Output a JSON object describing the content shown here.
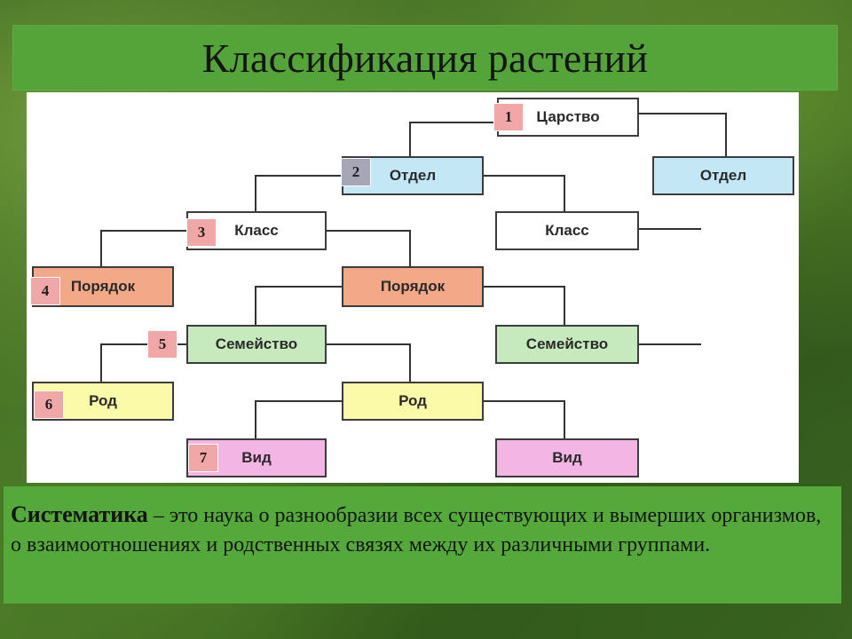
{
  "title": "Классификация растений",
  "nodes": {
    "kingdom": "Царство",
    "division_left": "Отдел",
    "division_right": "Отдел",
    "class_left": "Класс",
    "class_right": "Класс",
    "order_left": "Порядок",
    "order_right": "Порядок",
    "family_left": "Семейство",
    "family_right": "Семейство",
    "genus_left": "Род",
    "genus_right": "Род",
    "species_left": "Вид",
    "species_right": "Вид"
  },
  "badges": [
    "1",
    "2",
    "3",
    "4",
    "5",
    "6",
    "7"
  ],
  "definition": {
    "term": "Систематика",
    "text": " – это наука о разнообразии всех существующих и вымерших организмов, о взаимоотношениях и родственных связях между их различными группами."
  },
  "colors": {
    "header_green": "#54a43a",
    "kingdom": "#ffffff",
    "division": "#c3e7f4",
    "class": "#ffffff",
    "order": "#f3a987",
    "family": "#c6eabd",
    "genus": "#fafaa9",
    "species": "#f3b6e4",
    "badge": "#f1a7a7"
  }
}
